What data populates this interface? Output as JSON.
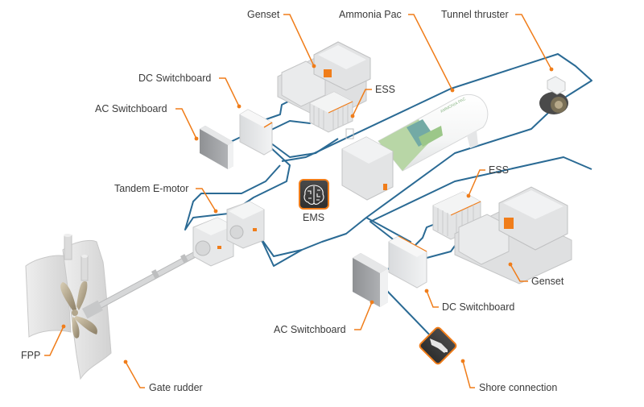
{
  "diagram": {
    "title": "Ammonia-fuelled hybrid propulsion system",
    "colors": {
      "cable": "#2a6a94",
      "leader": "#f07d1a",
      "component_light": "#e9eaeb",
      "component_mid": "#cfd1d3",
      "component_dark": "#9a9c9e",
      "accent_orange": "#f07d1a",
      "tank_green": "#a9d18e",
      "tank_teal": "#6fa8a4",
      "icon_bg": "#3d3d3d",
      "text": "#3a3a3a"
    },
    "labels": {
      "genset_top": "Genset",
      "ammonia_pac": "Ammonia Pac",
      "tunnel_thruster": "Tunnel thruster",
      "dc_switchboard_top": "DC Switchboard",
      "ess_top": "ESS",
      "ac_switchboard_top": "AC Switchboard",
      "tandem_emotor": "Tandem E-motor",
      "ems": "EMS",
      "ess_bottom": "ESS",
      "genset_bottom": "Genset",
      "dc_switchboard_bottom": "DC Switchboard",
      "ac_switchboard_bottom": "AC Switchboard",
      "fpp": "FPP",
      "gate_rudder": "Gate rudder",
      "shore_connection": "Shore connection"
    },
    "tank_text": "AMMONIA PAC",
    "icons": {
      "ems": "brain-icon",
      "shore_connection": "plug-icon"
    }
  }
}
